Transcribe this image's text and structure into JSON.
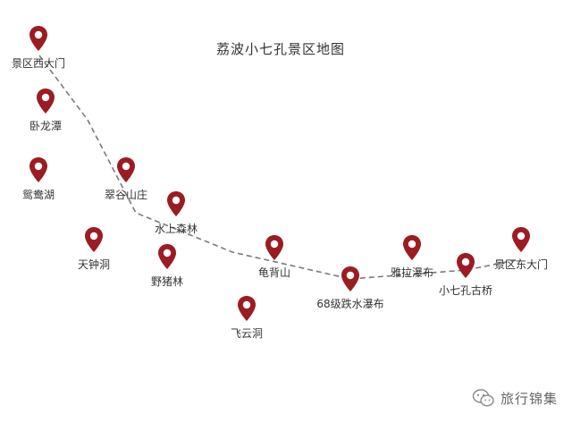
{
  "title": "荔波小七孔景区地图",
  "pin_color": "#9b1c22",
  "route_color": "#7a7a7a",
  "spots": [
    {
      "name": "景区西大门"
    },
    {
      "name": "卧龙潭"
    },
    {
      "name": "鸳鸯湖"
    },
    {
      "name": "翠谷山庄"
    },
    {
      "name": "水上森林"
    },
    {
      "name": "天钟洞"
    },
    {
      "name": "野猪林"
    },
    {
      "name": "龟背山"
    },
    {
      "name": "飞云洞"
    },
    {
      "name": "68级跌水瀑布"
    },
    {
      "name": "雅拉瀑布"
    },
    {
      "name": "小七孔古桥"
    },
    {
      "name": "景区东大门"
    }
  ],
  "watermark": {
    "text": "旅行锦集",
    "icon": "wechat-icon"
  }
}
